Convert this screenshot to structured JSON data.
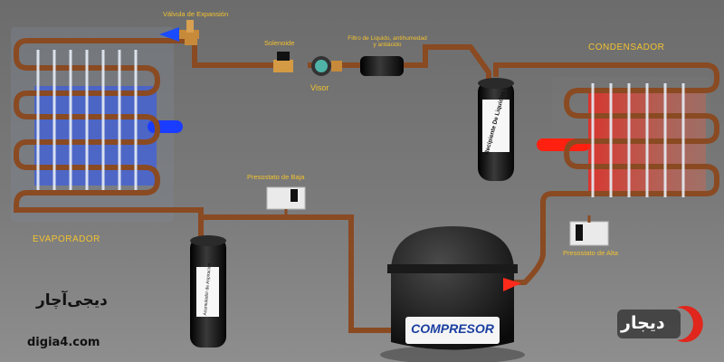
{
  "labels": {
    "valvula_expansion": "Válvula de Expansión",
    "solenoide": "Solenoide",
    "visor": "Visor",
    "filtro": "Filtro de Liquido, antihumedad y antiácido",
    "condensador": "CONDENSADOR",
    "evaporador": "EVAPORADOR",
    "presostato_baja": "Presostato de Baja",
    "presostato_alta": "Presostato de Alta",
    "recipiente": "Recipiente De Liquidos",
    "acumulador": "Acumulador de Aspiración",
    "compresor": "COMPRESOR"
  },
  "brand": {
    "name_fa": "دیجی‌آچار",
    "url": "digia4.com",
    "logo_text": "دیجار"
  },
  "colors": {
    "pipe": "#8a4a22",
    "label": "#f2c230",
    "cold": "#2f5bff",
    "hot": "#ff2a1a",
    "component": "#111111"
  }
}
